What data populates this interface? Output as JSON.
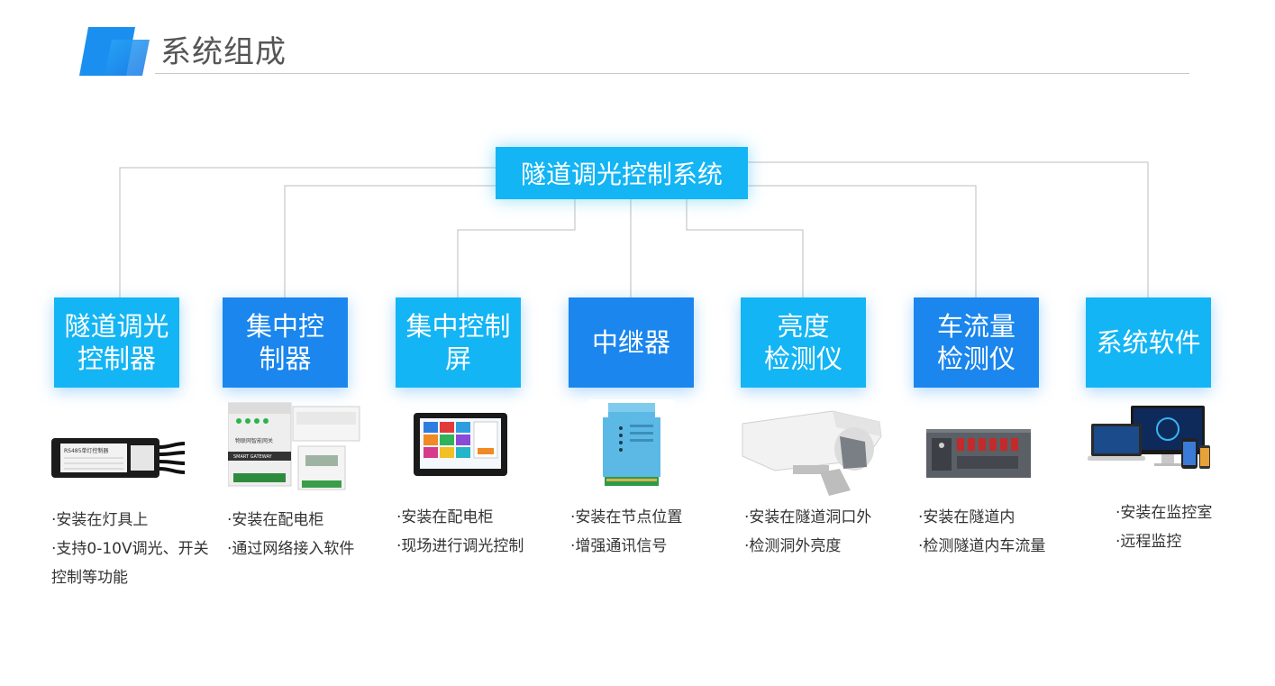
{
  "header": {
    "title": "系统组成"
  },
  "root": {
    "label": "隧道调光控制系统"
  },
  "nodes": [
    {
      "line1": "隧道调光",
      "line2": "控制器",
      "desc": [
        "·安装在灯具上",
        "·支持0-10V调光、开关控制等功能"
      ]
    },
    {
      "line1": "集中控",
      "line2": "制器",
      "desc": [
        "·安装在配电柜",
        "·通过网络接入软件"
      ]
    },
    {
      "line1": "集中控制",
      "line2": "屏",
      "desc": [
        "·安装在配电柜",
        "·现场进行调光控制"
      ]
    },
    {
      "line1": "中继器",
      "line2": "",
      "desc": [
        "·安装在节点位置",
        "·增强通讯信号"
      ]
    },
    {
      "line1": "亮度",
      "line2": "检测仪",
      "desc": [
        "·安装在隧道洞口外",
        "·检测洞外亮度"
      ]
    },
    {
      "line1": "车流量",
      "line2": "检测仪",
      "desc": [
        "·安装在隧道内",
        "·检测隧道内车流量"
      ]
    },
    {
      "line1": "系统软件",
      "line2": "",
      "desc": [
        "·安装在监控室",
        "·远程监控"
      ]
    }
  ],
  "images": {
    "controller_label": "RS485单灯控制器",
    "gateway_label": "物联网智能网关",
    "gateway_brand": "SMART GATEWAY",
    "colors": {
      "accent_light": "#13b5f4",
      "accent_dark": "#1a86ee"
    }
  }
}
